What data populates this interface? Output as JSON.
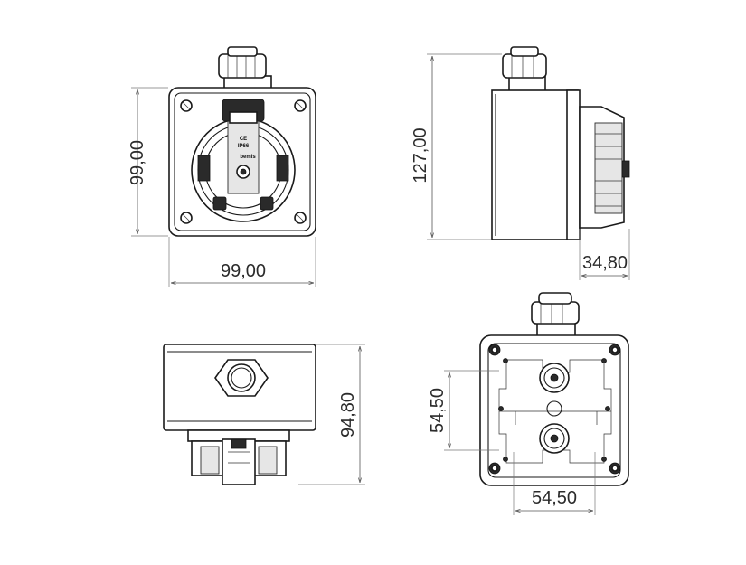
{
  "dimensions": {
    "front_height": "99,00",
    "front_width": "99,00",
    "side_height": "127,00",
    "side_depth": "34,80",
    "bottom_height": "94,80",
    "back_hole_vertical": "54,50",
    "back_hole_horizontal": "54,50"
  },
  "socket_labels": {
    "ce_mark": "CE",
    "ip_rating": "IP66",
    "brand": "bemis"
  },
  "colors": {
    "line": "#1a1a1a",
    "dimension": "#555555",
    "background": "#ffffff"
  }
}
